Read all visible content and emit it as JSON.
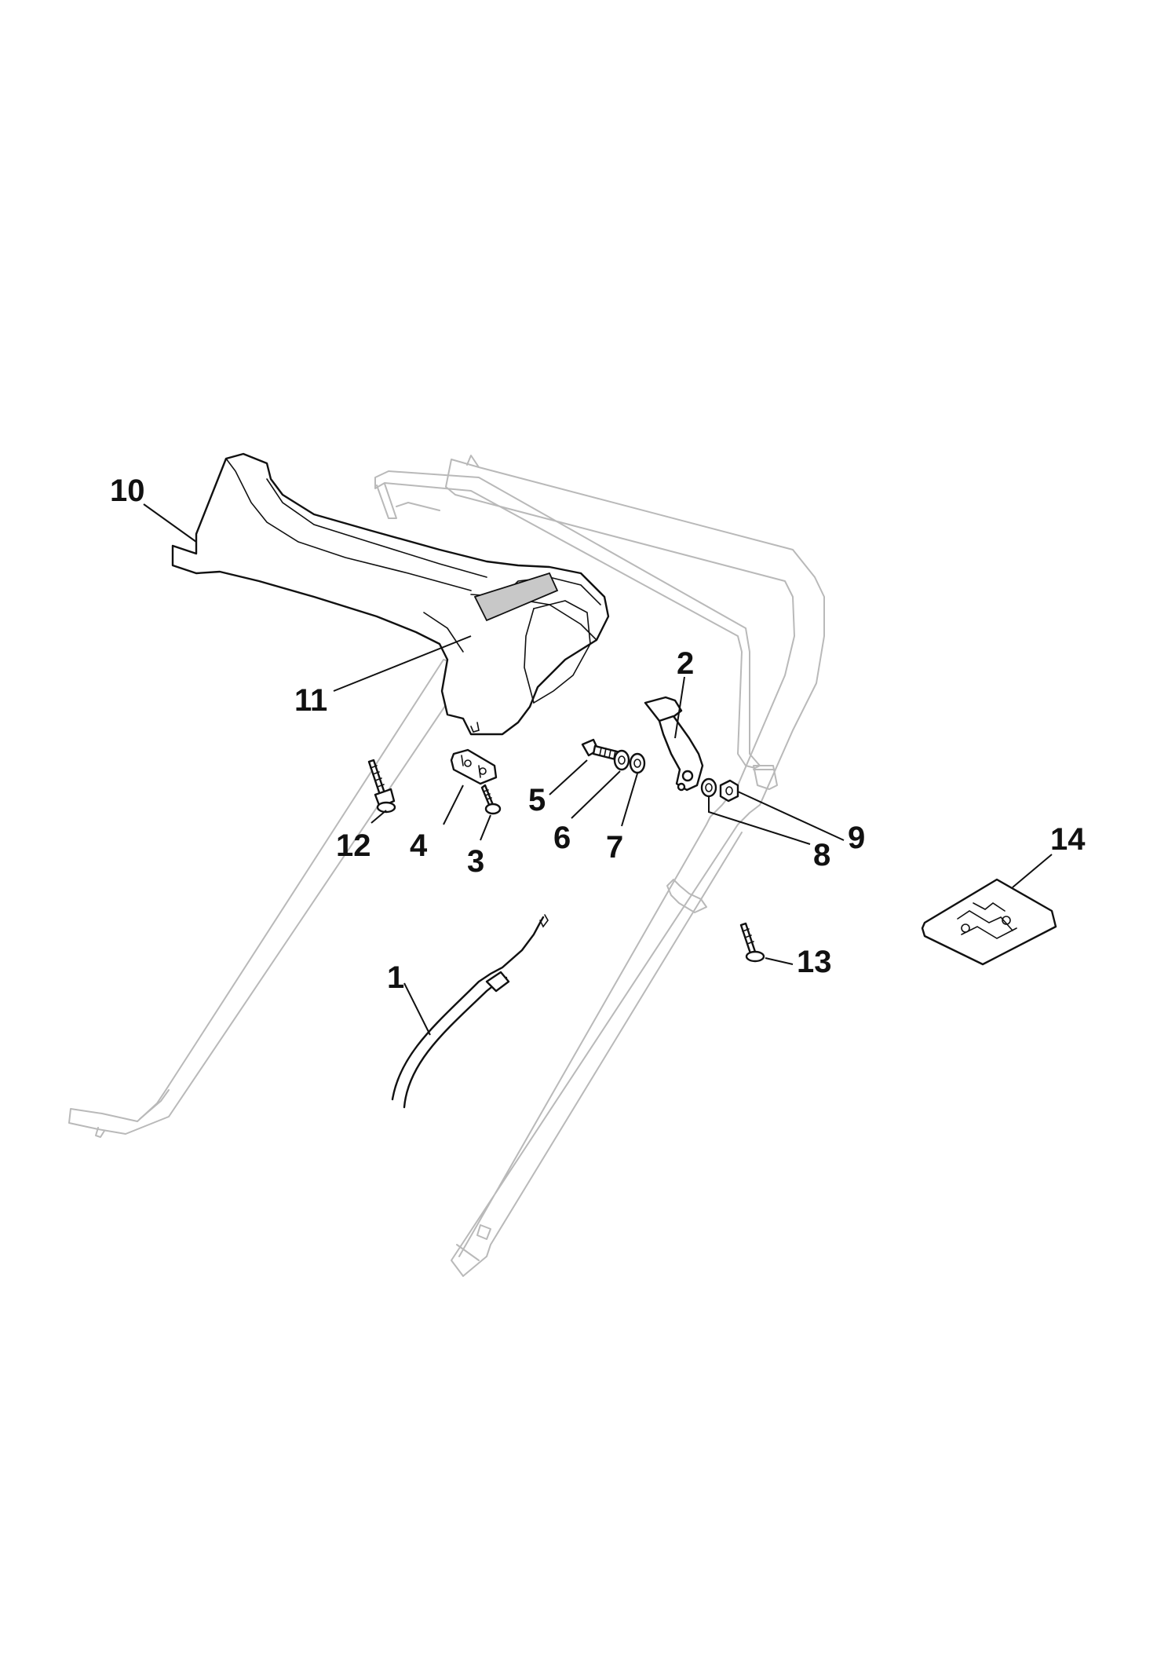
{
  "diagram": {
    "callouts": [
      {
        "id": "label-1",
        "text": "1"
      },
      {
        "id": "label-2",
        "text": "2"
      },
      {
        "id": "label-3",
        "text": "3"
      },
      {
        "id": "label-4",
        "text": "4"
      },
      {
        "id": "label-5",
        "text": "5"
      },
      {
        "id": "label-6",
        "text": "6"
      },
      {
        "id": "label-7",
        "text": "7"
      },
      {
        "id": "label-8",
        "text": "8"
      },
      {
        "id": "label-9",
        "text": "9"
      },
      {
        "id": "label-10",
        "text": "10"
      },
      {
        "id": "label-11",
        "text": "11"
      },
      {
        "id": "label-12",
        "text": "12"
      },
      {
        "id": "label-13",
        "text": "13"
      },
      {
        "id": "label-14",
        "text": "14"
      }
    ],
    "colors": {
      "part_outline": "#111111",
      "ghost_outline": "#b9b9b9",
      "background": "#ffffff"
    }
  }
}
